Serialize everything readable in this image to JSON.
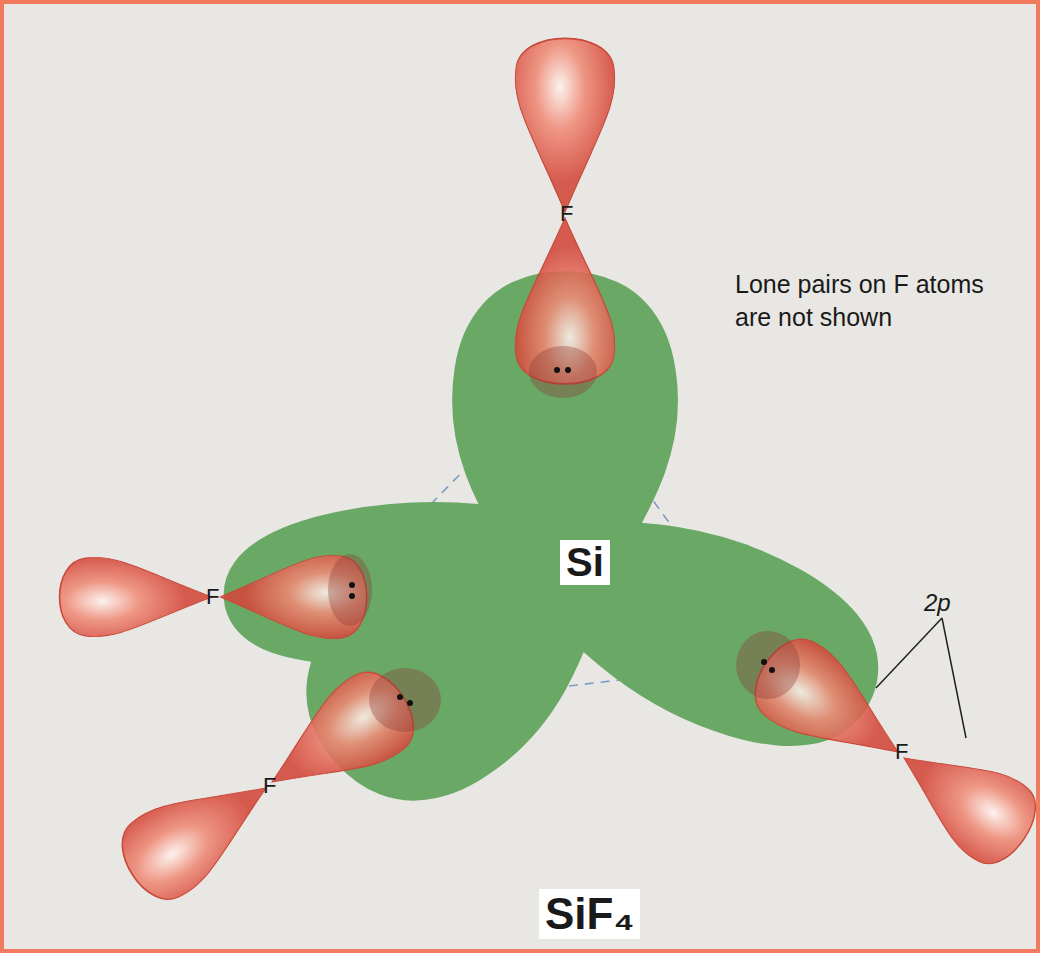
{
  "diagram": {
    "caption": "SiF₄",
    "labels": [
      "Lone pairs on F atoms are not shown",
      "Si",
      "F",
      "F",
      "F",
      "F",
      "2p"
    ]
  }
}
